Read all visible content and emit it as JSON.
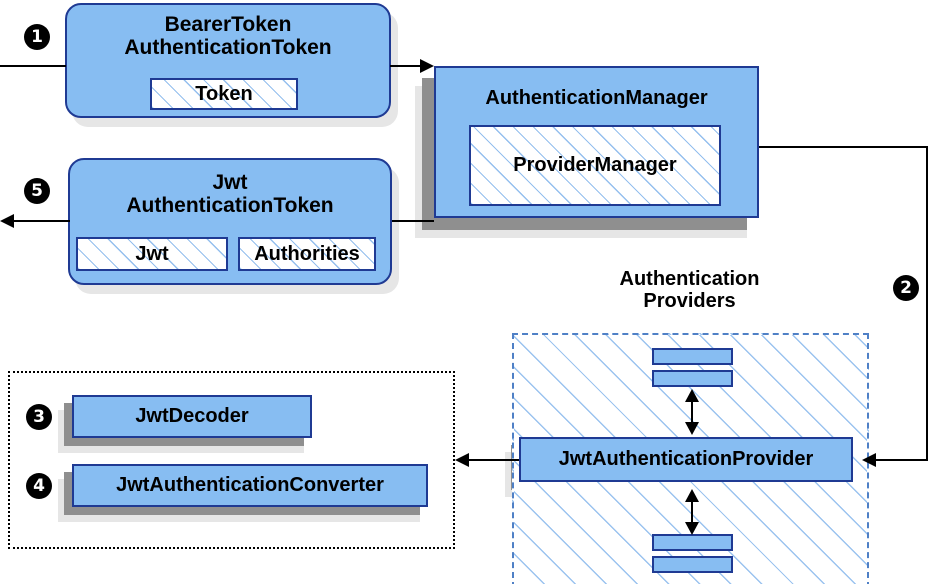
{
  "diagram": {
    "title": "Spring Security JWT Bearer Token Authentication Flow",
    "colors": {
      "node_fill": "#87BDF2",
      "node_border": "#1F3A93",
      "hatch_line": "#82B4EB",
      "shadow_dark": "#8F8F8F",
      "shadow_light": "#E6E6E6",
      "connector": "#000000",
      "badge_fill": "#000000",
      "badge_text": "#FFFFFF",
      "dashed_region_border": "#4F80C6",
      "dotted_region_border": "#000000"
    }
  },
  "nodes": {
    "bearer_token": {
      "label": "BearerToken\nAuthenticationToken",
      "sub": {
        "token": "Token"
      }
    },
    "jwt_token": {
      "label": "Jwt\nAuthenticationToken",
      "sub": {
        "jwt": "Jwt",
        "authorities": "Authorities"
      }
    },
    "auth_manager": {
      "label": "AuthenticationManager",
      "sub": {
        "provider_manager": "ProviderManager"
      }
    },
    "jwt_provider": {
      "label": "JwtAuthenticationProvider"
    },
    "jwt_decoder": {
      "label": "JwtDecoder"
    },
    "jwt_converter": {
      "label": "JwtAuthenticationConverter"
    }
  },
  "regions": {
    "providers": {
      "caption": "Authentication\nProviders"
    },
    "decoder_group": {
      "caption": ""
    }
  },
  "badges": [
    {
      "id": "badge-1",
      "label": "❶",
      "number": "1"
    },
    {
      "id": "badge-2",
      "label": "❷",
      "number": "2"
    },
    {
      "id": "badge-3",
      "label": "❸",
      "number": "3"
    },
    {
      "id": "badge-4",
      "label": "❹",
      "number": "4"
    },
    {
      "id": "badge-5",
      "label": "❺",
      "number": "5"
    }
  ]
}
